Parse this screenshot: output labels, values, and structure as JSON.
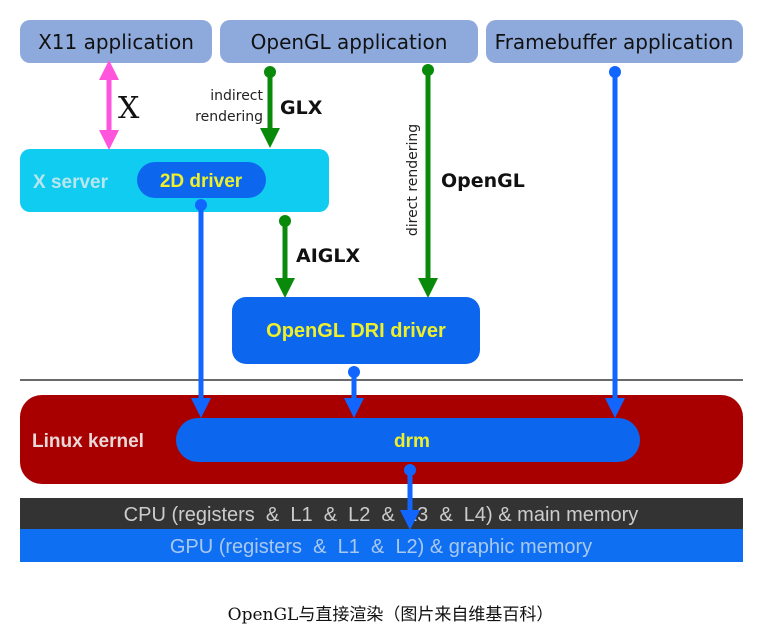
{
  "boxes": {
    "x11_app": "X11 application",
    "opengl_app": "OpenGL application",
    "framebuffer_app": "Framebuffer application",
    "x_server": "X server",
    "driver_2d": "2D driver",
    "dri_driver": "OpenGL DRI driver",
    "linux_kernel": "Linux kernel",
    "drm": "drm",
    "cpu": "CPU (registers  &  L1  &  L2  &  L3  &  L4) & main memory",
    "gpu": "GPU (registers  &  L1  &  L2) & graphic memory"
  },
  "labels": {
    "x_protocol": "X",
    "indirect_1": "indirect",
    "indirect_2": "rendering",
    "glx": "GLX",
    "direct": "direct rendering",
    "opengl": "OpenGL",
    "aiglx": "AIGLX"
  },
  "caption": "OpenGL与直接渲染（图片来自维基百科）",
  "colors": {
    "app_box": "#8eaadc",
    "x_server": "#10ccf0",
    "driver_blue": "#0d66ee",
    "driver_text": "#eef02a",
    "kernel": "#a80000",
    "cpu_bar": "#333333",
    "gpu_bar": "#0f6ff2",
    "green_arrow": "#0a8a0a",
    "pink_arrow": "#ff55dd"
  }
}
